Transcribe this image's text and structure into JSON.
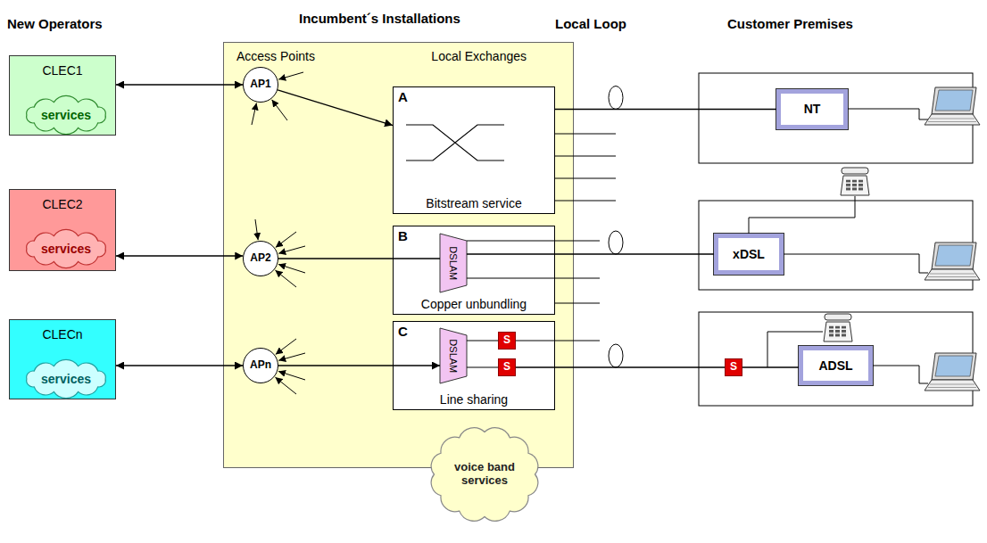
{
  "diagram": {
    "nodes": [
      {
        "text": [
          "CLEC1"
        ]
      },
      {
        "text": [
          "services"
        ],
        "in": 0
      },
      {
        "text": [
          "CLEC2"
        ]
      },
      {
        "text": [
          "services"
        ],
        "in": 2
      },
      {
        "text": [
          "CLECn"
        ]
      },
      {
        "text": [
          "services"
        ],
        "in": 4
      },
      {
        "text": [
          "Access Points",
          "Local Exchanges"
        ]
      },
      {
        "text": [
          "AP1"
        ],
        "in": 6
      },
      {
        "text": [
          "AP2"
        ],
        "in": 6
      },
      {
        "text": [
          "APn"
        ],
        "in": 6
      },
      {
        "text": [
          "A",
          "Bitstream service"
        ],
        "in": 6
      },
      {
        "text": [
          "B",
          "Copper unbundling"
        ],
        "in": 6
      },
      {
        "text": [
          "DSLAM"
        ],
        "in": 11
      },
      {
        "text": [
          "C",
          "Line sharing"
        ],
        "in": 6
      },
      {
        "text": [
          "DSLAM"
        ],
        "in": 13
      },
      {
        "text": [
          "S"
        ],
        "in": 13
      },
      {
        "text": [
          "S"
        ],
        "in": 13
      },
      {
        "text": [
          "voice band services"
        ]
      },
      {
        "text": [
          "NT"
        ]
      },
      {
        "text": [
          "xDSL"
        ]
      },
      {
        "text": [
          "S"
        ]
      },
      {
        "text": [
          "ADSL"
        ]
      }
    ],
    "edges": [
      {
        "from": 0,
        "to": 7,
        "arrow": "both"
      },
      {
        "from": 2,
        "to": 8,
        "arrow": "both"
      },
      {
        "from": 4,
        "to": 9,
        "arrow": "both"
      },
      {
        "from": 7,
        "to": 10,
        "arrow": "to"
      },
      {
        "from": 8,
        "to": 12,
        "arrow": "none"
      },
      {
        "from": 9,
        "to": 14,
        "arrow": "to"
      },
      {
        "from": 10,
        "to": 18,
        "arrow": "none"
      },
      {
        "from": 12,
        "to": 19,
        "arrow": "none"
      },
      {
        "from": 16,
        "to": 20,
        "arrow": "none"
      },
      {
        "from": 20,
        "to": 21,
        "arrow": "none"
      }
    ],
    "labels": [
      "New Operators",
      "Incumbent´s Installations",
      "Local Loop",
      "Customer Premises"
    ]
  }
}
